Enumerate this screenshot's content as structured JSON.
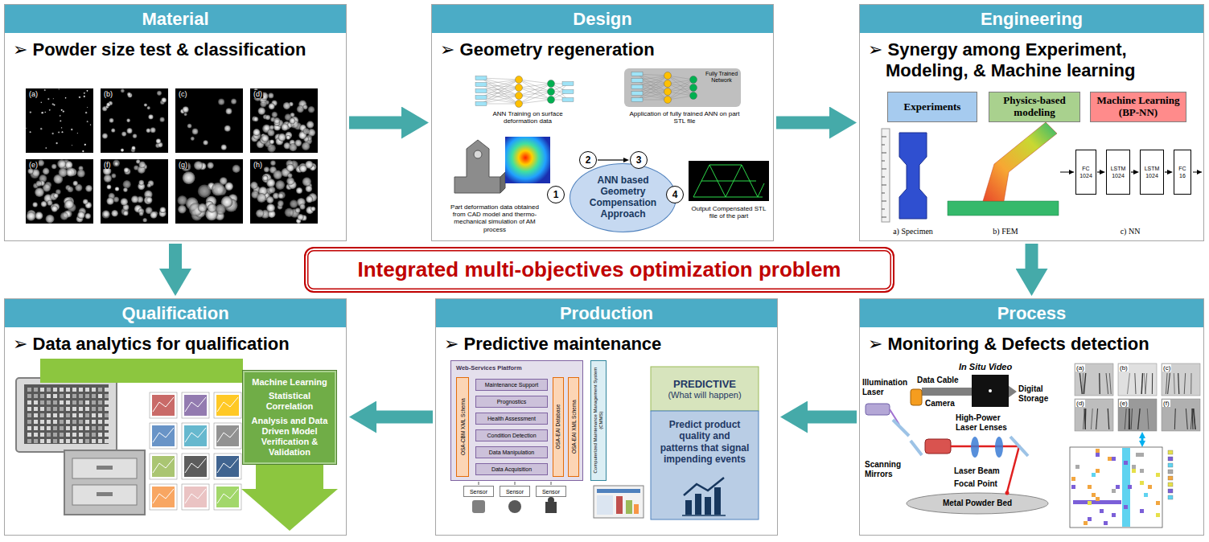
{
  "diagram": {
    "nodes": [
      {
        "text": [
          "Material",
          "➢ Powder size test & classification"
        ]
      },
      {
        "text": [
          "Design",
          "➢ Geometry regeneration"
        ]
      },
      {
        "text": [
          "ANN based Geometry Compensation Approach"
        ],
        "in": 1
      },
      {
        "text": [
          "1"
        ],
        "in": 1
      },
      {
        "text": [
          "2"
        ],
        "in": 1
      },
      {
        "text": [
          "3"
        ],
        "in": 1
      },
      {
        "text": [
          "4"
        ],
        "in": 1
      },
      {
        "text": [
          "Engineering",
          "➢ Synergy among Experiment, Modeling, & Machine learning"
        ]
      },
      {
        "text": [
          "Experiments"
        ],
        "in": 7
      },
      {
        "text": [
          "Physics-based modeling"
        ],
        "in": 7
      },
      {
        "text": [
          "Machine Learning (BP-NN)"
        ],
        "in": 7
      },
      {
        "text": [
          "FC 1024"
        ],
        "in": 7
      },
      {
        "text": [
          "LSTM 1024"
        ],
        "in": 7
      },
      {
        "text": [
          "LSTM 1024"
        ],
        "in": 7
      },
      {
        "text": [
          "FC 16"
        ],
        "in": 7
      },
      {
        "text": [
          "Integrated multi-objectives optimization problem"
        ]
      },
      {
        "text": [
          "Qualification",
          "➢ Data analytics for qualification"
        ]
      },
      {
        "text": [
          "Machine Learning",
          "Statistical Correlation",
          "Analysis and Data Driven Model Verification & Validation"
        ],
        "in": 16
      },
      {
        "text": [
          "Production",
          "➢ Predictive maintenance"
        ]
      },
      {
        "text": [
          "Web-Services Platform"
        ],
        "in": 18
      },
      {
        "text": [
          "Maintenance Support"
        ],
        "in": 19
      },
      {
        "text": [
          "Prognostics"
        ],
        "in": 19
      },
      {
        "text": [
          "Health Assessment"
        ],
        "in": 19
      },
      {
        "text": [
          "Condition Detection"
        ],
        "in": 19
      },
      {
        "text": [
          "Data Manipulation"
        ],
        "in": 19
      },
      {
        "text": [
          "Data Acquisition"
        ],
        "in": 19
      },
      {
        "text": [
          "OSA-CBM XML Schema"
        ],
        "in": 19
      },
      {
        "text": [
          "OSA-EAI Database"
        ],
        "in": 19
      },
      {
        "text": [
          "OSA-EAI XML Schema"
        ],
        "in": 19
      },
      {
        "text": [
          "Computerized Maintenance Management System (CMMS)"
        ],
        "in": 18
      },
      {
        "text": [
          "Sensor"
        ],
        "in": 18
      },
      {
        "text": [
          "Sensor"
        ],
        "in": 18
      },
      {
        "text": [
          "Sensor"
        ],
        "in": 18
      },
      {
        "text": [
          "PREDICTIVE",
          "(What will happen)",
          "Predict product quality and patterns that signal impending events"
        ],
        "in": 18
      },
      {
        "text": [
          "Process",
          "➢ Monitoring & Defects detection"
        ]
      }
    ],
    "edges": [
      {
        "from": 0,
        "to": 1,
        "arrow": "to"
      },
      {
        "from": 1,
        "to": 7,
        "arrow": "to"
      },
      {
        "from": 7,
        "to": 34,
        "arrow": "to"
      },
      {
        "from": 34,
        "to": 18,
        "arrow": "to"
      },
      {
        "from": 18,
        "to": 16,
        "arrow": "to"
      },
      {
        "from": 0,
        "to": 16,
        "arrow": "to"
      },
      {
        "from": 4,
        "to": 5,
        "arrow": "to"
      },
      {
        "from": 11,
        "to": 12,
        "arrow": "to"
      },
      {
        "from": 12,
        "to": 13,
        "arrow": "to"
      },
      {
        "from": 13,
        "to": 14,
        "arrow": "to"
      },
      {
        "from": 30,
        "to": 19,
        "arrow": "none"
      },
      {
        "from": 31,
        "to": 19,
        "arrow": "none"
      },
      {
        "from": 32,
        "to": 19,
        "arrow": "none"
      }
    ],
    "labels": [
      "(a)",
      "(b)",
      "(c)",
      "(d)",
      "(e)",
      "(f)",
      "(g)",
      "(h)",
      "ANN Training on surface deformation data",
      "Fully Trained Network",
      "Application of fully trained ANN on part STL file",
      "Part deformation data obtained from CAD model and thermo-mechanical simulation of AM process",
      "Output Compensated STL file of the part",
      "a) Specimen",
      "b) FEM",
      "c) NN",
      "In Situ Video",
      "Data Cable",
      "Illumination Laser",
      "Camera",
      "Digital Storage",
      "High-Power Laser Lenses",
      "Scanning Mirrors",
      "Laser Beam",
      "Focal Point",
      "Metal Powder Bed",
      "(a)",
      "(b)",
      "(c)",
      "(d)",
      "(e)",
      "(f)"
    ]
  }
}
